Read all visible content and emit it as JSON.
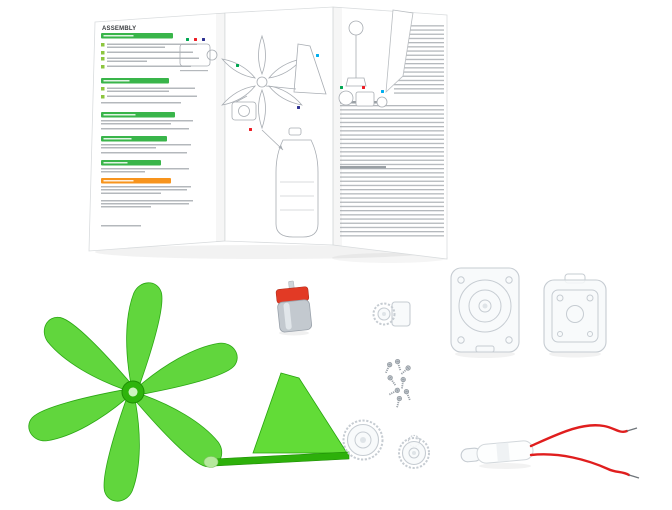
{
  "manual": {
    "heading": "ASSEMBLY",
    "section_bar_colors": [
      "#39b54a",
      "#39b54a",
      "#39b54a",
      "#39b54a",
      "#39b54a",
      "#f7941d"
    ],
    "step_chip_color": "#8dc63f",
    "marker_colors": [
      "#ed1c24",
      "#2e3192",
      "#00a651",
      "#00aeef"
    ]
  },
  "colors": {
    "blade_green": "#3ecd12",
    "blade_edge": "#1fa008",
    "hub_green": "#2eb40c",
    "hub_center": "#cdf3c0",
    "fin_green": "#46d614",
    "stick_green": "#2db00a",
    "stick_tip": "#b5e99c",
    "motor_red": "#e23a25",
    "motor_silver": "#c3c9cf",
    "wire_red": "#e01e1e",
    "plastic_stroke": "#c6ccd2",
    "plastic_fill": "#f6f8fa",
    "lineart_stroke": "#a8adb3"
  },
  "parts": [
    "instruction-leaflet",
    "rotor-blades",
    "tail-vane",
    "dc-motor",
    "motor-pinion-gear",
    "gearbox-housing-front",
    "gearbox-housing-back",
    "screws",
    "gear-large",
    "gear-small",
    "led-module-with-wires"
  ]
}
